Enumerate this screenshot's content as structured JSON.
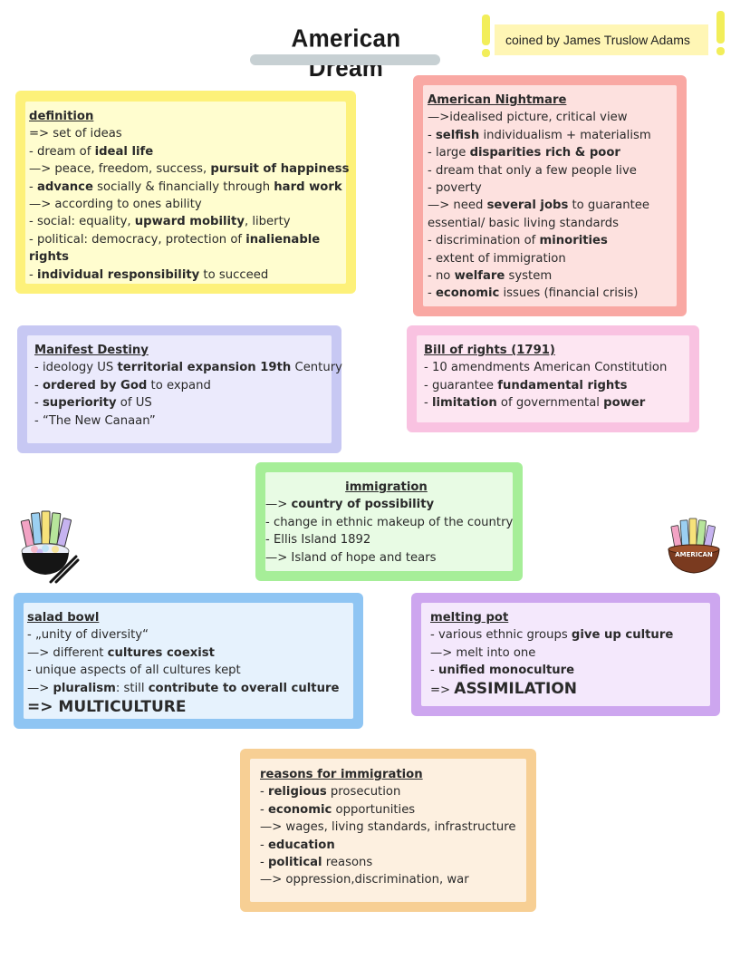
{
  "header": {
    "title": "American Dream",
    "coined": "coined by James Truslow Adams"
  },
  "colors": {
    "definition": {
      "border": "#fdf17a",
      "fill": "#fffdcf"
    },
    "nightmare": {
      "border": "#f9a8a3",
      "fill": "#fde1df"
    },
    "manifest": {
      "border": "#c7c8f3",
      "fill": "#ebeafc"
    },
    "bill": {
      "border": "#f9c2e1",
      "fill": "#fde6f2"
    },
    "immigration": {
      "border": "#a6ee98",
      "fill": "#e8fbe4"
    },
    "salad": {
      "border": "#8fc5f3",
      "fill": "#e6f2fd"
    },
    "melting": {
      "border": "#cda6ef",
      "fill": "#f4e8fc"
    },
    "reasons": {
      "border": "#f7cf94",
      "fill": "#fdf0e0"
    }
  },
  "definition": {
    "heading": "definition",
    "lines": [
      [
        {
          "t": "=> set of ideas"
        }
      ],
      [
        {
          "t": "- dream of "
        },
        {
          "t": "ideal life",
          "b": true
        }
      ],
      [
        {
          "t": "—> peace, freedom, success, "
        },
        {
          "t": "pursuit of happiness",
          "b": true
        }
      ],
      [
        {
          "t": "- "
        },
        {
          "t": "advance",
          "b": true
        },
        {
          "t": " socially & financially through "
        },
        {
          "t": "hard work",
          "b": true
        }
      ],
      [
        {
          "t": "—> according to ones ability"
        }
      ],
      [
        {
          "t": "- social: equality, "
        },
        {
          "t": "upward mobility",
          "b": true
        },
        {
          "t": ", liberty"
        }
      ],
      [
        {
          "t": "- political: democracy, protection of "
        },
        {
          "t": "inalienable",
          "b": true
        }
      ],
      [
        {
          "t": "rights",
          "b": true
        }
      ],
      [
        {
          "t": "- "
        },
        {
          "t": "individual responsibility",
          "b": true
        },
        {
          "t": " to succeed"
        }
      ]
    ]
  },
  "nightmare": {
    "heading": "American Nightmare",
    "lines": [
      [
        {
          "t": "—>idealised picture, critical view"
        }
      ],
      [
        {
          "t": "- "
        },
        {
          "t": "selfish",
          "b": true
        },
        {
          "t": " individualism + materialism"
        }
      ],
      [
        {
          "t": "- large "
        },
        {
          "t": "disparities rich & poor",
          "b": true
        }
      ],
      [
        {
          "t": "- dream that only a few people live"
        }
      ],
      [
        {
          "t": "-  poverty"
        }
      ],
      [
        {
          "t": "—> need "
        },
        {
          "t": "several jobs",
          "b": true
        },
        {
          "t": " to guarantee"
        }
      ],
      [
        {
          "t": "essential/ basic living standards"
        }
      ],
      [
        {
          "t": "- discrimination of "
        },
        {
          "t": "minorities",
          "b": true
        }
      ],
      [
        {
          "t": "- extent of immigration"
        }
      ],
      [
        {
          "t": "- no "
        },
        {
          "t": "welfare",
          "b": true
        },
        {
          "t": " system"
        }
      ],
      [
        {
          "t": "- "
        },
        {
          "t": "economic",
          "b": true
        },
        {
          "t": " issues (financial crisis)"
        }
      ]
    ]
  },
  "manifest": {
    "heading": "Manifest Destiny",
    "lines": [
      [
        {
          "t": "- ideology US "
        },
        {
          "t": "territorial expansion 19th",
          "b": true
        },
        {
          "t": " Century"
        }
      ],
      [
        {
          "t": "- "
        },
        {
          "t": "ordered by God",
          "b": true
        },
        {
          "t": " to expand"
        }
      ],
      [
        {
          "t": "- "
        },
        {
          "t": "superiority",
          "b": true
        },
        {
          "t": " of US"
        }
      ],
      [
        {
          "t": "- “The New Canaan”"
        }
      ]
    ]
  },
  "bill": {
    "heading": "Bill of rights (1791)",
    "lines": [
      [
        {
          "t": "- 10 amendments American Constitution"
        }
      ],
      [
        {
          "t": "- guarantee "
        },
        {
          "t": "fundamental rights",
          "b": true
        }
      ],
      [
        {
          "t": "- "
        },
        {
          "t": "limitation",
          "b": true
        },
        {
          "t": " of governmental "
        },
        {
          "t": "power",
          "b": true
        }
      ]
    ]
  },
  "immigration": {
    "heading": "immigration",
    "lines": [
      [
        {
          "t": "—> "
        },
        {
          "t": "country of possibility",
          "b": true
        }
      ],
      [
        {
          "t": "- change in ethnic makeup of the country"
        }
      ],
      [
        {
          "t": "- Ellis Island 1892"
        }
      ],
      [
        {
          "t": "—> Island of hope and tears"
        }
      ]
    ]
  },
  "salad": {
    "heading": "salad bowl",
    "lines": [
      [
        {
          "t": "- „unity of diversity“"
        }
      ],
      [
        {
          "t": "—> different "
        },
        {
          "t": "cultures coexist",
          "b": true
        }
      ],
      [
        {
          "t": "- unique aspects of all cultures kept"
        }
      ],
      [
        {
          "t": "—> "
        },
        {
          "t": "pluralism",
          "b": true
        },
        {
          "t": ": still "
        },
        {
          "t": "contribute to overall culture",
          "b": true
        }
      ]
    ],
    "big": "=> ",
    "big_bold": "MULTICULTURE"
  },
  "melting": {
    "heading": "melting pot",
    "lines": [
      [
        {
          "t": "- various ethnic groups "
        },
        {
          "t": "give up culture",
          "b": true
        }
      ],
      [
        {
          "t": "—> melt into one"
        }
      ],
      [
        {
          "t": "- "
        },
        {
          "t": "unified monoculture",
          "b": true
        }
      ]
    ],
    "big": "=> ",
    "big_bold": "ASSIMILATION"
  },
  "reasons": {
    "heading": "reasons for immigration",
    "lines": [
      [
        {
          "t": "- "
        },
        {
          "t": "religious",
          "b": true
        },
        {
          "t": " prosecution"
        }
      ],
      [
        {
          "t": "- "
        },
        {
          "t": "economic",
          "b": true
        },
        {
          "t": " opportunities"
        }
      ],
      [
        {
          "t": "—> wages, living standards, infrastructure"
        }
      ],
      [
        {
          "t": "- "
        },
        {
          "t": "education",
          "b": true
        }
      ],
      [
        {
          "t": "- "
        },
        {
          "t": "political",
          "b": true
        },
        {
          "t": " reasons"
        }
      ],
      [
        {
          "t": "—> oppression,discrimination, war"
        }
      ]
    ]
  },
  "icons": {
    "salad_bowl": "salad-bowl-icon",
    "melting_pot": "melting-pot-icon",
    "melting_pot_label": "AMERICAN"
  }
}
